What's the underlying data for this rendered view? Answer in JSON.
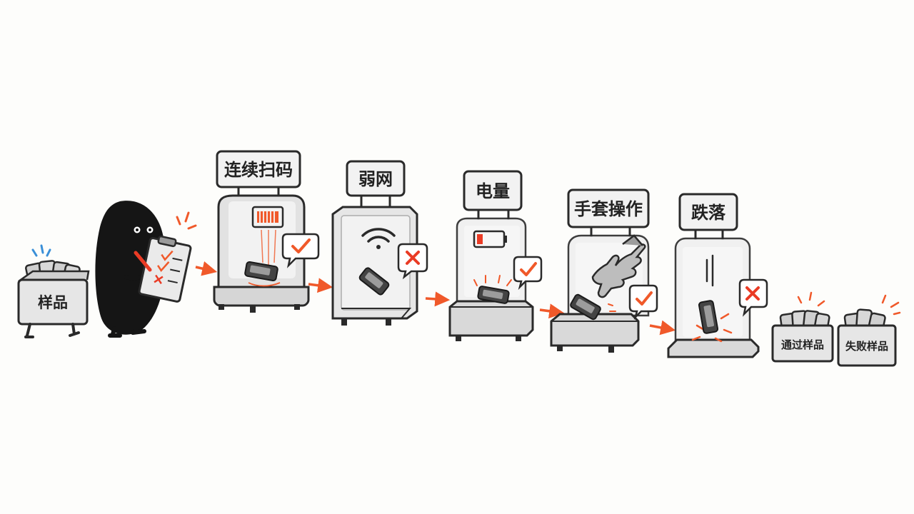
{
  "colors": {
    "ink": "#2a2a2a",
    "accent": "#f0592a",
    "pass": "#f0592a",
    "fail": "#ea3b25",
    "dot": "#3a8fd8",
    "metal": "#e6e6e6"
  },
  "input_bin": {
    "label": "样品"
  },
  "inspector": {
    "icon": "inspector-character-icon",
    "clipboard_icon": "clipboard-icon"
  },
  "stations": [
    {
      "label": "连续扫码",
      "icon": "barcode-scanner-icon",
      "result": "pass"
    },
    {
      "label": "弱网",
      "icon": "wifi-icon",
      "result": "fail"
    },
    {
      "label": "电量",
      "icon": "low-battery-icon",
      "result": "pass"
    },
    {
      "label": "手套操作",
      "icon": "glove-icon",
      "result": "pass"
    },
    {
      "label": "跌落",
      "icon": "drop-impact-icon",
      "result": "fail"
    }
  ],
  "output_bins": [
    {
      "label": "通过样品"
    },
    {
      "label": "失败样品"
    }
  ]
}
